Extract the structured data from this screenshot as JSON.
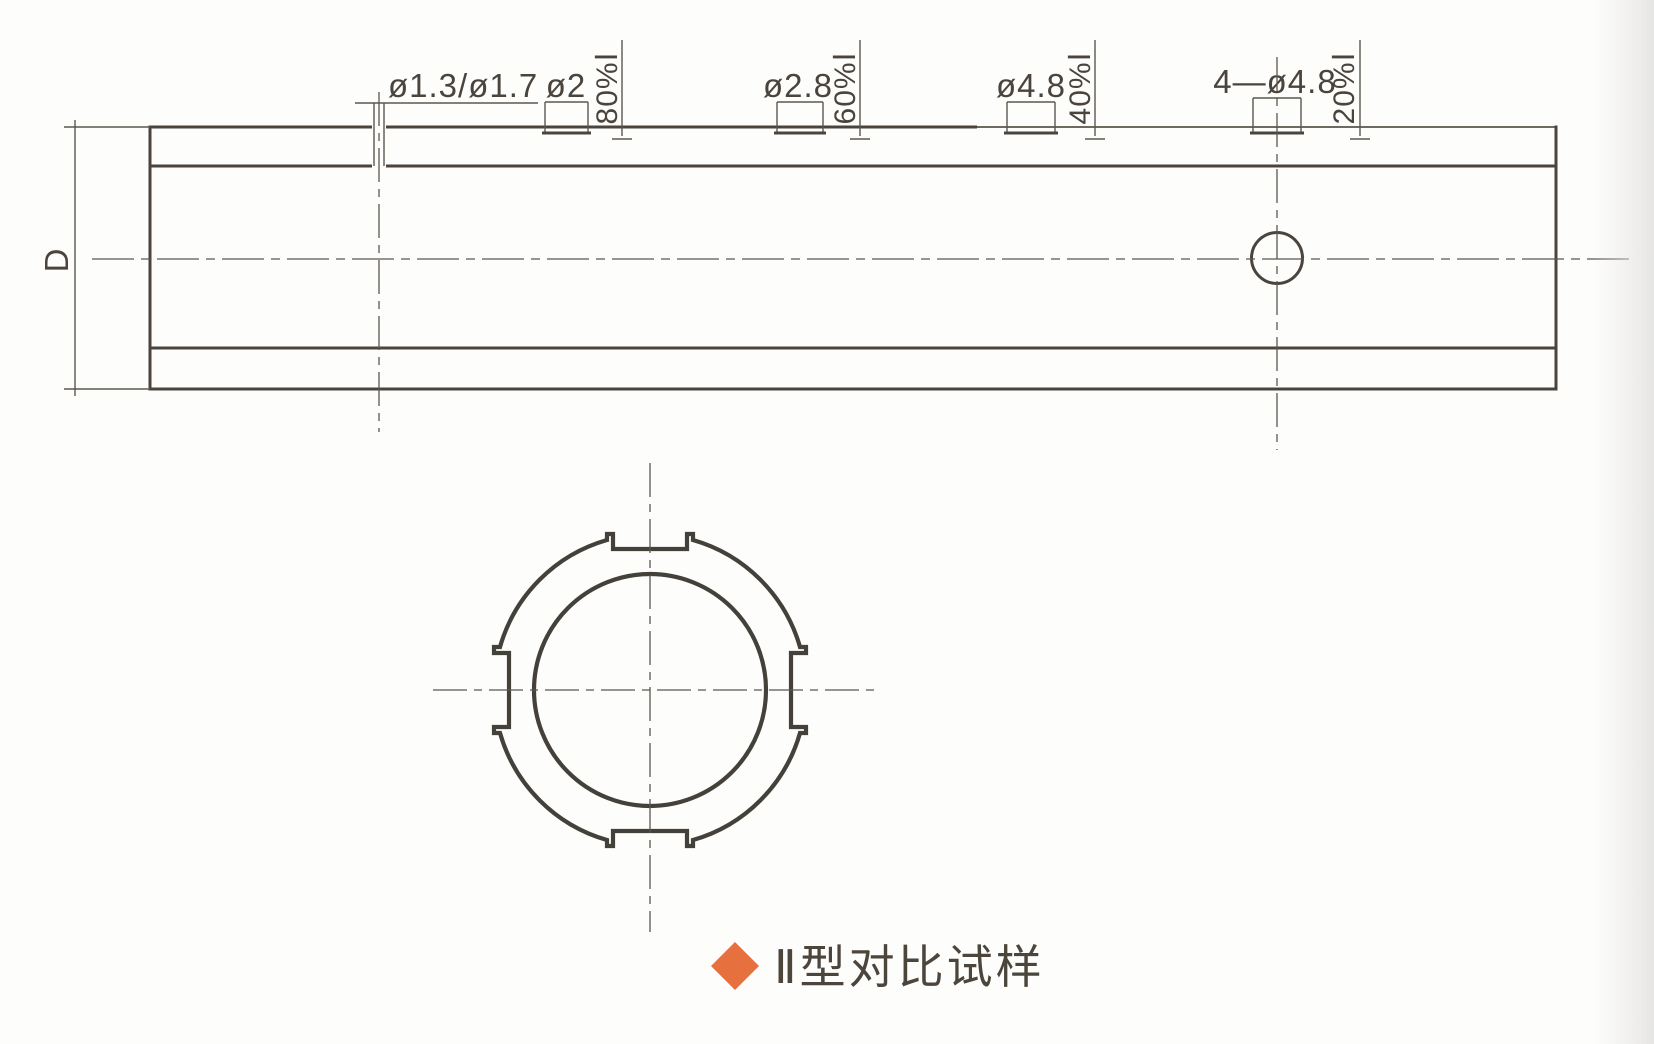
{
  "figure_type": "engineering-drawing",
  "colors": {
    "line": "#4a443d",
    "accent": "#e7703f",
    "background": "#fdfdfc"
  },
  "side_view": {
    "outer_diameter_label": "D",
    "through_hole_label": "ø1.3/ø1.7",
    "holes": [
      {
        "dia": "ø2",
        "depth": "80%Ⅰ"
      },
      {
        "dia": "ø2.8",
        "depth": "60%Ⅰ"
      },
      {
        "dia": "ø4.8",
        "depth": "40%Ⅰ"
      },
      {
        "dia": "4—ø4.8",
        "depth": "20%Ⅰ"
      }
    ]
  },
  "caption": {
    "text": "Ⅱ型对比试样"
  }
}
